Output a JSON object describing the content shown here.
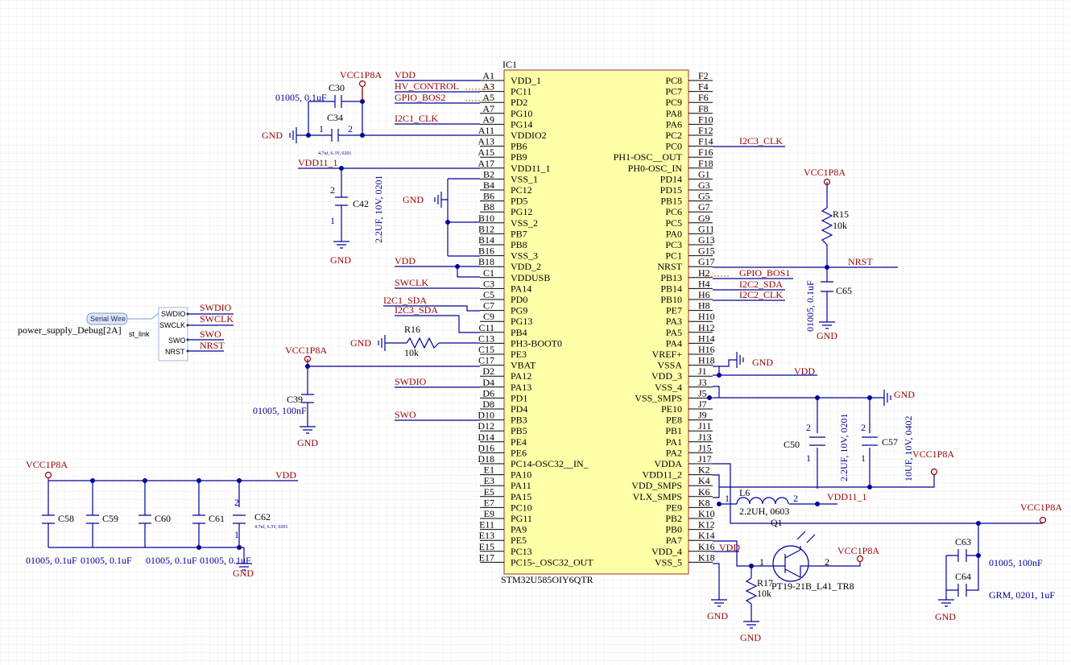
{
  "colors": {
    "wire": "#00009a",
    "body_fill": "#ffffa8",
    "body_stroke": "#9a3030",
    "netlabel": "#9a0000",
    "power": "#9a0000",
    "text": "#000000",
    "grid": "#ececec"
  },
  "ic": {
    "designator": "IC1",
    "part": "STM32U585OIY6QTR",
    "left_pins": [
      {
        "num": "A1",
        "name": "VDD_1"
      },
      {
        "num": "A3",
        "name": "PC11"
      },
      {
        "num": "A5",
        "name": "PD2"
      },
      {
        "num": "A7",
        "name": "PG10"
      },
      {
        "num": "A9",
        "name": "PG14"
      },
      {
        "num": "A11",
        "name": "VDDIO2"
      },
      {
        "num": "A13",
        "name": "PB6"
      },
      {
        "num": "A15",
        "name": "PB9"
      },
      {
        "num": "A17",
        "name": "VDD11_1"
      },
      {
        "num": "B2",
        "name": "VSS_1"
      },
      {
        "num": "B4",
        "name": "PC12"
      },
      {
        "num": "B6",
        "name": "PD5"
      },
      {
        "num": "B8",
        "name": "PG12"
      },
      {
        "num": "B10",
        "name": "VSS_2"
      },
      {
        "num": "B12",
        "name": "PB7"
      },
      {
        "num": "B14",
        "name": "PB8"
      },
      {
        "num": "B16",
        "name": "VSS_3"
      },
      {
        "num": "B18",
        "name": "VDD_2"
      },
      {
        "num": "C1",
        "name": "VDDUSB"
      },
      {
        "num": "C3",
        "name": "PA14"
      },
      {
        "num": "C5",
        "name": "PD0"
      },
      {
        "num": "C7",
        "name": "PG9"
      },
      {
        "num": "C9",
        "name": "PG13"
      },
      {
        "num": "C11",
        "name": "PB4"
      },
      {
        "num": "C13",
        "name": "PH3-BOOT0"
      },
      {
        "num": "C15",
        "name": "PE3"
      },
      {
        "num": "C17",
        "name": "VBAT"
      },
      {
        "num": "D2",
        "name": "PA12"
      },
      {
        "num": "D4",
        "name": "PA13"
      },
      {
        "num": "D6",
        "name": "PD1"
      },
      {
        "num": "D8",
        "name": "PD4"
      },
      {
        "num": "D10",
        "name": "PB3"
      },
      {
        "num": "D12",
        "name": "PB5"
      },
      {
        "num": "D14",
        "name": "PE4"
      },
      {
        "num": "D16",
        "name": "PE6"
      },
      {
        "num": "D18",
        "name": "PC14-OSC32__IN_"
      },
      {
        "num": "E1",
        "name": "PA10"
      },
      {
        "num": "E3",
        "name": "PA11"
      },
      {
        "num": "E5",
        "name": "PA15"
      },
      {
        "num": "E7",
        "name": "PC10"
      },
      {
        "num": "E9",
        "name": "PG11"
      },
      {
        "num": "E11",
        "name": "PA9"
      },
      {
        "num": "E13",
        "name": "PE5"
      },
      {
        "num": "E15",
        "name": "PC13"
      },
      {
        "num": "E17",
        "name": "PC15-_OSC32_OUT"
      }
    ],
    "right_pins": [
      {
        "num": "F2",
        "name": "PC8"
      },
      {
        "num": "F4",
        "name": "PC7"
      },
      {
        "num": "F6",
        "name": "PC9"
      },
      {
        "num": "F8",
        "name": "PA8"
      },
      {
        "num": "F10",
        "name": "PA6"
      },
      {
        "num": "F12",
        "name": "PC2"
      },
      {
        "num": "F14",
        "name": "PC0"
      },
      {
        "num": "F16",
        "name": "PH1-OSC__OUT"
      },
      {
        "num": "F18",
        "name": "PH0-OSC_IN"
      },
      {
        "num": "G1",
        "name": "PD14"
      },
      {
        "num": "G3",
        "name": "PD15"
      },
      {
        "num": "G5",
        "name": "PB15"
      },
      {
        "num": "G7",
        "name": "PC6"
      },
      {
        "num": "G9",
        "name": "PC5"
      },
      {
        "num": "G11",
        "name": "PA0"
      },
      {
        "num": "G13",
        "name": "PC3"
      },
      {
        "num": "G15",
        "name": "PC1"
      },
      {
        "num": "G17",
        "name": "NRST"
      },
      {
        "num": "H2",
        "name": "PB13"
      },
      {
        "num": "H4",
        "name": "PB14"
      },
      {
        "num": "H6",
        "name": "PB10"
      },
      {
        "num": "H8",
        "name": "PE7"
      },
      {
        "num": "H10",
        "name": "PA3"
      },
      {
        "num": "H12",
        "name": "PA5"
      },
      {
        "num": "H14",
        "name": "PA4"
      },
      {
        "num": "H16",
        "name": "VREF+"
      },
      {
        "num": "H18",
        "name": "VSSA"
      },
      {
        "num": "J1",
        "name": "VDD_3"
      },
      {
        "num": "J3",
        "name": "VSS_4"
      },
      {
        "num": "J5",
        "name": "VSS_SMPS"
      },
      {
        "num": "J7",
        "name": "PE10"
      },
      {
        "num": "J9",
        "name": "PE8"
      },
      {
        "num": "J11",
        "name": "PB1"
      },
      {
        "num": "J13",
        "name": "PA1"
      },
      {
        "num": "J15",
        "name": "PA2"
      },
      {
        "num": "J17",
        "name": "VDDA"
      },
      {
        "num": "K2",
        "name": "VDD11_2"
      },
      {
        "num": "K4",
        "name": "VDD_SMPS"
      },
      {
        "num": "K6",
        "name": "VLX_SMPS"
      },
      {
        "num": "K8",
        "name": "PE9"
      },
      {
        "num": "K10",
        "name": "PB2"
      },
      {
        "num": "K12",
        "name": "PB0"
      },
      {
        "num": "K14",
        "name": "PA7"
      },
      {
        "num": "K16",
        "name": "VDD_4"
      },
      {
        "num": "K18",
        "name": "VSS_5"
      }
    ]
  },
  "nets": {
    "vdd": "VDD",
    "hv_control": "HV_CONTROL",
    "gpio_bos2": "GPIO_BOS2",
    "i2c1_clk": "I2C1_CLK",
    "vdd11_1": "VDD11_1",
    "swclk": "SWCLK",
    "i2c1_sda": "I2C1_SDA",
    "i2c3_sda": "I2C3_SDA",
    "swdio": "SWDIO",
    "swo": "SWO",
    "i2c3_clk": "I2C3_CLK",
    "nrst": "NRST",
    "gpio_bos1": "GPIO_BOS1",
    "i2c2_sda": "I2C2_SDA",
    "i2c2_clk": "I2C2_CLK",
    "vdd11_2": "VDD11_1",
    "vdd_k16": "VDD",
    "vdd_j1": "VDD"
  },
  "power": {
    "vcc": "VCC1P8A",
    "gnd": "GND"
  },
  "components": {
    "c30": {
      "ref": "C30",
      "value": "01005, 0.1uF"
    },
    "c34": {
      "ref": "C34",
      "value": "4.7uf, 6.3V, 0201",
      "pin1": "1",
      "pin2": "2"
    },
    "c42": {
      "ref": "C42",
      "value": "2.2UF, 10V, 0201",
      "pin1": "1",
      "pin2": "2"
    },
    "r16": {
      "ref": "R16",
      "value": "10k"
    },
    "c39": {
      "ref": "C39",
      "value": "01005, 100nF"
    },
    "r15": {
      "ref": "R15",
      "value": "10k"
    },
    "c65": {
      "ref": "C65",
      "value": "01005, 0.1uF"
    },
    "c50": {
      "ref": "C50",
      "value": "2.2UF, 10V, 0201",
      "pin1": "1",
      "pin2": "2"
    },
    "c57": {
      "ref": "C57",
      "value": "10UF, 10V, 0402",
      "pin1": "1",
      "pin2": "2"
    },
    "l6": {
      "ref": "L6",
      "value": "2.2UH, 0603",
      "pin1": "1",
      "pin2": "2"
    },
    "q1": {
      "ref": "Q1",
      "value": "PT19-21B_L41_TR8",
      "pin1": "1",
      "pin2": "2"
    },
    "r17": {
      "ref": "R17",
      "value": "10k"
    },
    "c63": {
      "ref": "C63",
      "value": "01005, 100nF"
    },
    "c64": {
      "ref": "C64",
      "value": "GRM, 0201, 1uF"
    },
    "c58": {
      "ref": "C58",
      "value": "01005, 0.1uF"
    },
    "c59": {
      "ref": "C59",
      "value": "01005, 0.1uF"
    },
    "c60": {
      "ref": "C60",
      "value": "01005, 0.1uF"
    },
    "c61": {
      "ref": "C61",
      "value": "01005, 0.1uF"
    },
    "c62": {
      "ref": "C62",
      "value": "4.7uf, 6.3V, 0201",
      "pin1": "1",
      "pin2": "2"
    }
  },
  "sheet": {
    "name": "power_supply_Debug[2A]",
    "link": "st_link",
    "harness": "Serial Wire",
    "pins": [
      "SWDIO",
      "SWCLK",
      "SWO",
      "NRST"
    ]
  }
}
